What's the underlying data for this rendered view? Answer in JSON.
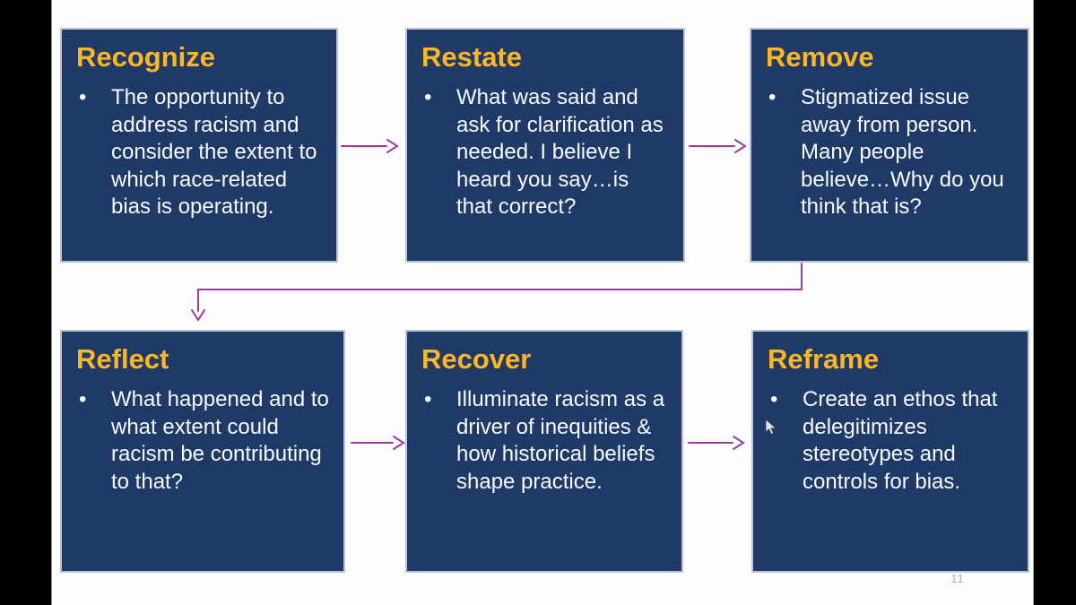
{
  "slide": {
    "page_number": "11",
    "bullet_char": "•",
    "colors": {
      "box_bg": "#1f3a67",
      "box_border": "#b7c3d9",
      "heading": "#fcb626",
      "body_text": "#f9fafe",
      "arrow": "#9c3a9c",
      "page_number": "#9fb3cb",
      "letterbox": "#000000",
      "slide_bg": "#fdfdfd"
    },
    "boxes": [
      {
        "id": "recognize",
        "title": "Recognize",
        "bullet": "The opportunity to address racism and consider the extent to which race-related bias is operating."
      },
      {
        "id": "restate",
        "title": "Restate",
        "bullet": "What was said and ask for clarification as needed. I believe I heard you say…is that correct?"
      },
      {
        "id": "remove",
        "title": "Remove",
        "bullet": "Stigmatized issue away from person. Many people believe…Why do you think that is?"
      },
      {
        "id": "reflect",
        "title": "Reflect",
        "bullet": "What happened and to what extent could racism be contributing to that?"
      },
      {
        "id": "recover",
        "title": "Recover",
        "bullet": "Illuminate racism as a driver of inequities & how historical beliefs shape practice."
      },
      {
        "id": "reframe",
        "title": "Reframe",
        "bullet": "Create an ethos that delegitimizes stereotypes and controls for bias."
      }
    ],
    "connections": [
      {
        "from": "recognize",
        "to": "restate",
        "shape": "straight-right"
      },
      {
        "from": "restate",
        "to": "remove",
        "shape": "straight-right"
      },
      {
        "from": "remove",
        "to": "reflect",
        "shape": "elbow-down-left-down"
      },
      {
        "from": "reflect",
        "to": "recover",
        "shape": "straight-right"
      },
      {
        "from": "recover",
        "to": "reframe",
        "shape": "straight-right"
      }
    ]
  }
}
